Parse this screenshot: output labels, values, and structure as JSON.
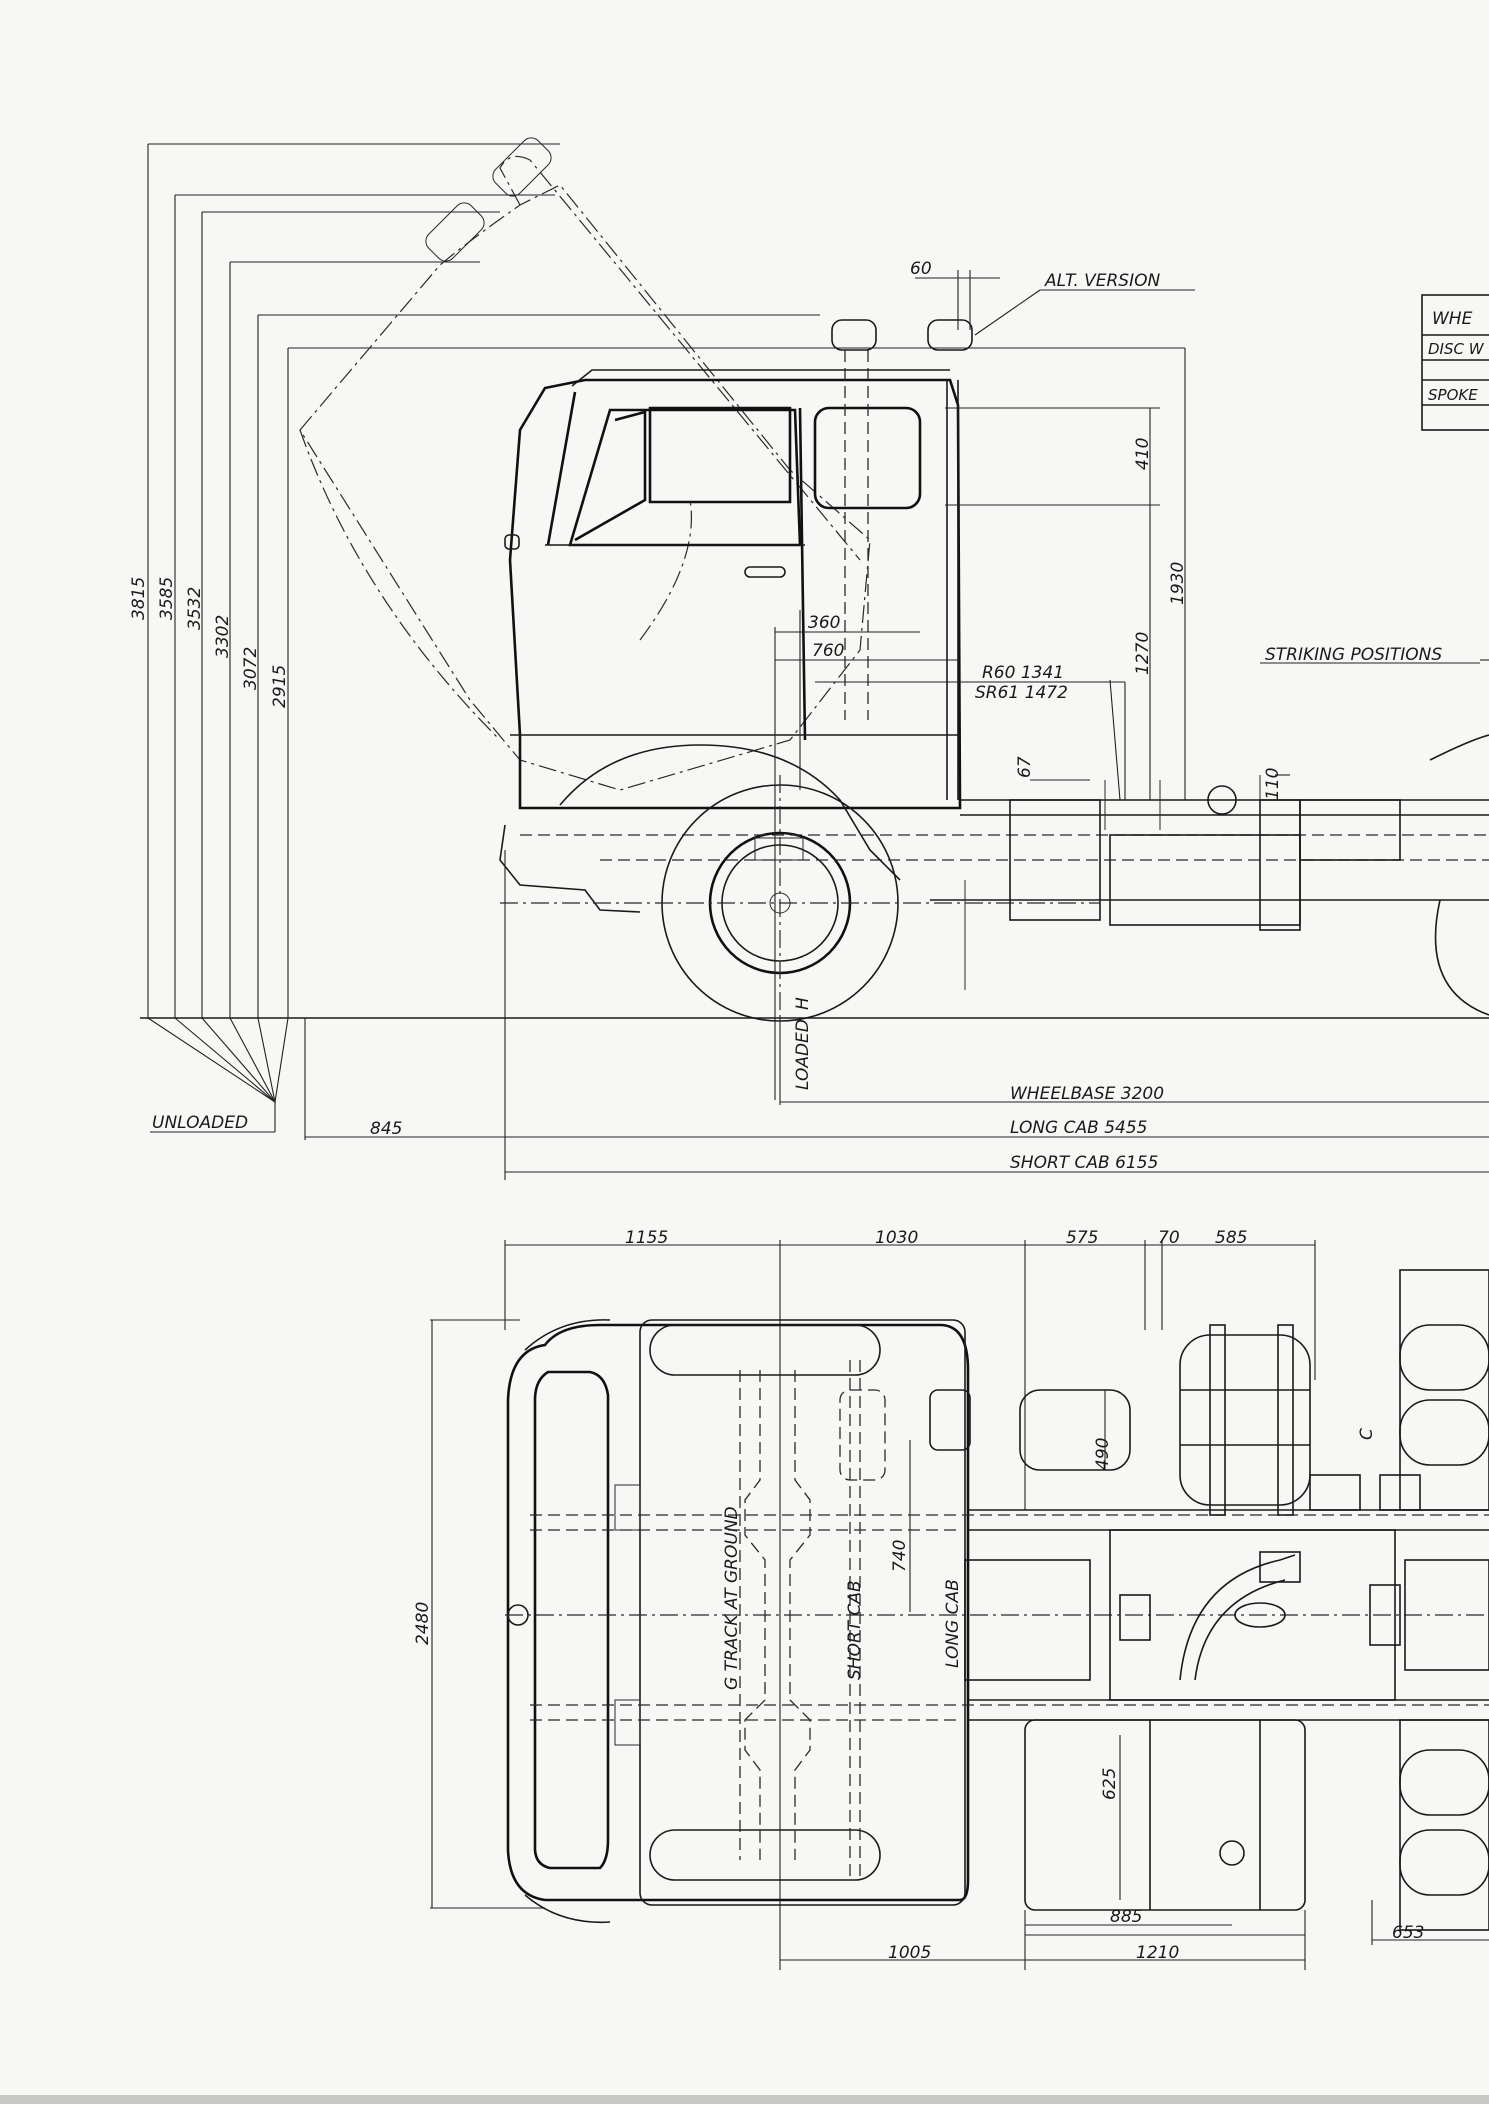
{
  "side_view": {
    "height_dims": [
      "3815",
      "3585",
      "3532",
      "3302",
      "3072",
      "2915"
    ],
    "label_unloaded": "UNLOADED",
    "label_loaded": "LOADED",
    "label_h": "H",
    "label_alt_version": "ALT. VERSION",
    "dim_60": "60",
    "dim_410": "410",
    "dim_1930": "1930",
    "dim_1270": "1270",
    "dim_360": "360",
    "dim_760": "760",
    "r60": "R60  1341",
    "sr61": "SR61  1472",
    "dim_67": "67",
    "dim_110": "110",
    "label_striking": "STRIKING POSITIONS",
    "dim_845": "845",
    "wheelbase": "WHEELBASE  3200",
    "long_cab": "LONG CAB   5455",
    "short_cab": "SHORT CAB  6155"
  },
  "wheel_table": {
    "header": "WHE",
    "row1": "DISC W",
    "row2": "SPOKE"
  },
  "plan_view": {
    "dim_1155": "1155",
    "dim_1030": "1030",
    "dim_575": "575",
    "dim_70": "70",
    "dim_585": "585",
    "dim_2480": "2480",
    "dim_490": "490",
    "dim_740": "740",
    "dim_625": "625",
    "dim_885": "885",
    "dim_1005": "1005",
    "dim_1210": "1210",
    "dim_653": "653",
    "label_c": "C",
    "label_track": "G TRACK AT GROUND",
    "label_short_cab": "SHORT CAB",
    "label_long_cab": "LONG CAB"
  }
}
